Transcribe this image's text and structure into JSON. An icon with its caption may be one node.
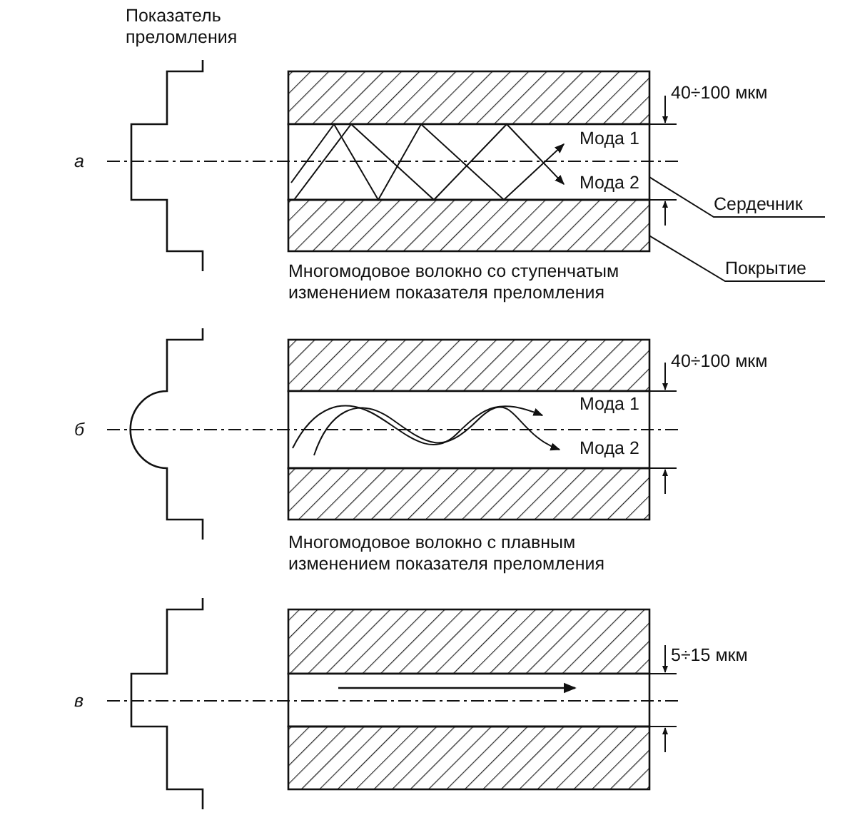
{
  "diagram": {
    "nodes": [
      {
        "text": [
          "Сердечник"
        ]
      },
      {
        "text": [
          "Покрытие"
        ]
      },
      {
        "text": [],
        "shape": "box"
      },
      {
        "text": [],
        "shape": "box"
      }
    ],
    "edges": [
      {
        "from": 0,
        "to": 2,
        "arrow": "none"
      },
      {
        "from": 1,
        "to": 3,
        "arrow": "none"
      }
    ],
    "labels": [
      "Показатель преломления",
      "а",
      "40÷100 мкм",
      "Мода 1",
      "Мода 2",
      "Многомодовое волокно со ступенчатым изменением показателя преломления",
      "б",
      "40÷100 мкм",
      "Мода 1",
      "Мода 2",
      "Многомодовое волокно с плавным изменением показателя преломления",
      "в",
      "5÷15 мкм"
    ]
  }
}
